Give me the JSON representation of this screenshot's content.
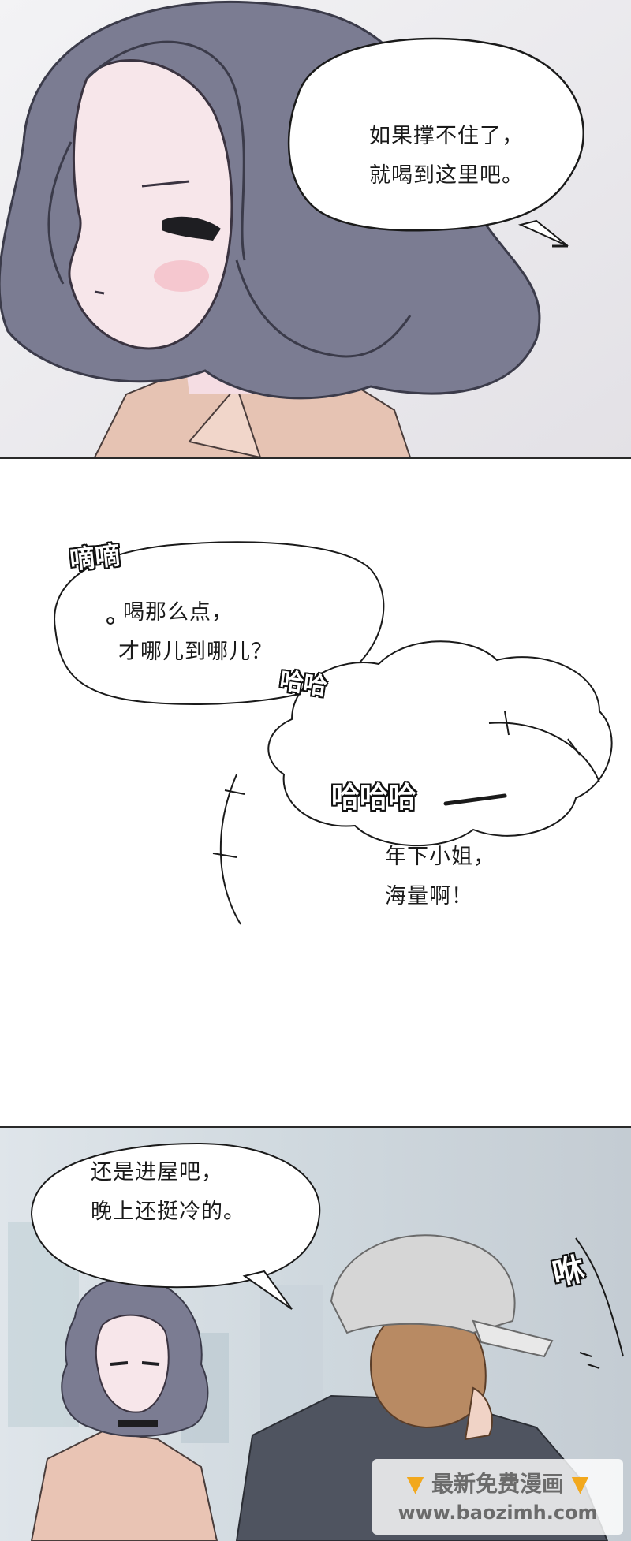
{
  "panels": {
    "panel1": {
      "bubble_lines": [
        "如果撑不住了，",
        "就喝到这里吧。"
      ]
    },
    "panel2": {
      "sfx_top_left": "嘀嘀",
      "bubble_left_lines": [
        "喝那么点，",
        "才哪儿到哪儿？"
      ],
      "sfx_mid": "哈哈",
      "sfx_laugh": "哈哈哈",
      "bubble_right_lines": [
        "年下小姐，",
        "海量啊！"
      ]
    },
    "panel3": {
      "bubble_lines": [
        "还是进屋吧，",
        "晚上还挺冷的。"
      ],
      "sfx_right": "咻"
    }
  },
  "watermark": {
    "title": "最新免费漫画",
    "url": "www.baozimh.com",
    "icon": "pointing-down-hand-icon"
  },
  "colors": {
    "hair": "#7b7c92",
    "skin": "#f7e6ea",
    "shirt": "#e9c4b4",
    "cap": "#d6d6d6",
    "jacket": "#4f5460",
    "accent": "#f2a81d"
  }
}
